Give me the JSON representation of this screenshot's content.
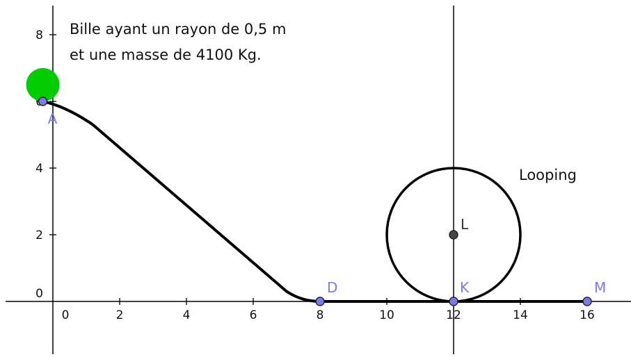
{
  "annotations": {
    "line1": "Bille ayant un rayon de 0,5 m",
    "line2": "et une masse de 4100 Kg.",
    "looping": "Looping"
  },
  "axes": {
    "x_ticks": [
      "0",
      "2",
      "4",
      "6",
      "8",
      "10",
      "12",
      "14",
      "16"
    ],
    "x_tick_values": [
      0,
      2,
      4,
      6,
      8,
      10,
      12,
      14,
      16
    ],
    "y_ticks": [
      "0",
      "2",
      "4",
      "6",
      "8"
    ],
    "y_tick_values": [
      0,
      2,
      4,
      6,
      8
    ],
    "xlim": [
      -1.6,
      17.3
    ],
    "ylim": [
      -1.6,
      8.9
    ]
  },
  "points": [
    {
      "name": "A",
      "x": -0.3,
      "y": 6,
      "color": "#7b7bf0"
    },
    {
      "name": "D",
      "x": 8,
      "y": 0,
      "color": "#7b7bf0"
    },
    {
      "name": "K",
      "x": 12,
      "y": 0,
      "color": "#7b7bf0"
    },
    {
      "name": "M",
      "x": 16,
      "y": 0,
      "color": "#7b7bf0"
    },
    {
      "name": "L",
      "x": 12,
      "y": 2,
      "color": "#444444"
    }
  ],
  "ball": {
    "x": -0.3,
    "y": 6.5,
    "radius": 0.5,
    "color": "#00cc00"
  },
  "loop": {
    "cx": 12,
    "cy": 2,
    "r": 2
  },
  "vertical_line_x": 12,
  "track": [
    [
      -0.3,
      6
    ],
    [
      0.4,
      5.85
    ],
    [
      1.2,
      5.3
    ],
    [
      7.0,
      0.3
    ],
    [
      8,
      0
    ],
    [
      16,
      0
    ]
  ],
  "colors": {
    "axis": "#000000",
    "track": "#000000",
    "label": "#7b7bf0"
  }
}
